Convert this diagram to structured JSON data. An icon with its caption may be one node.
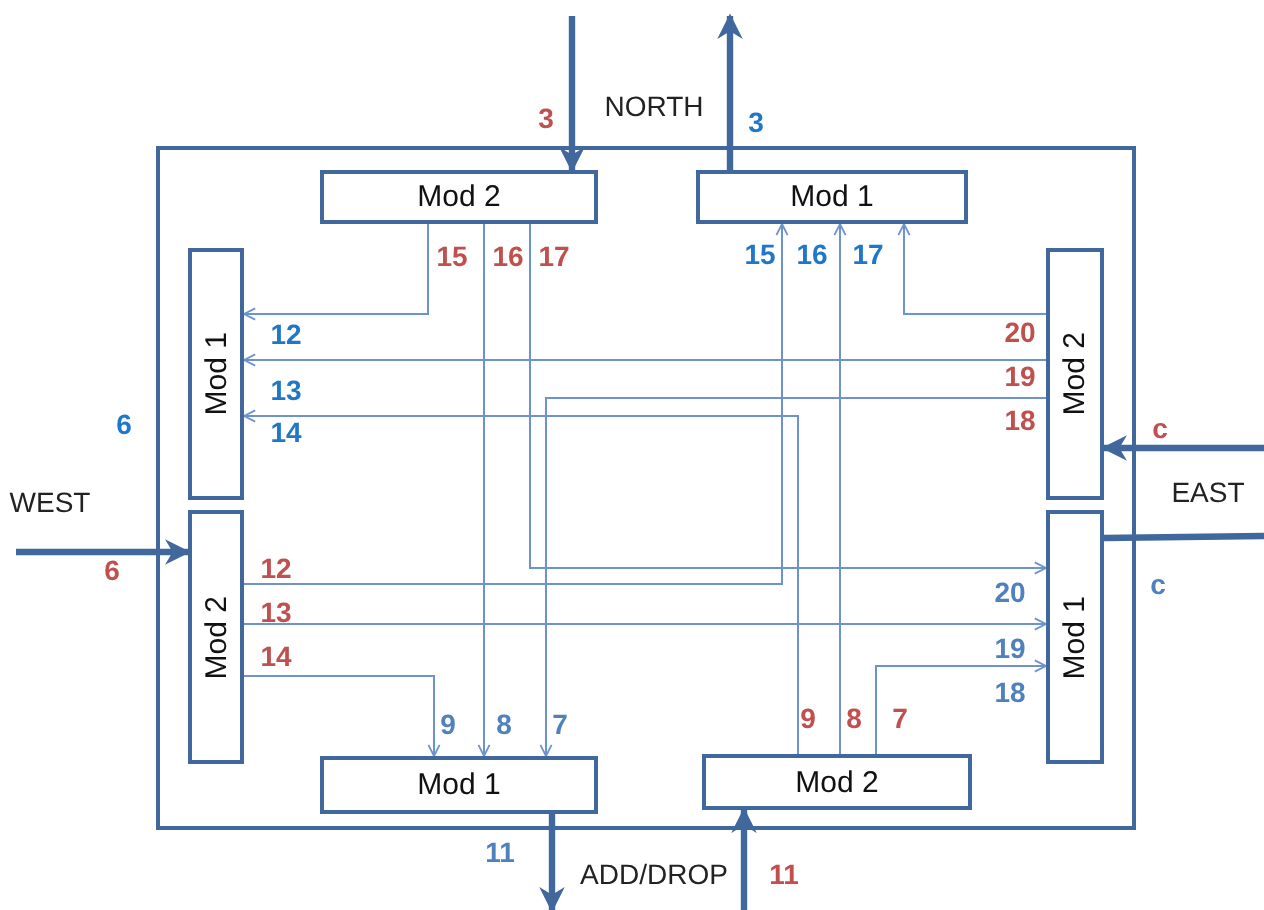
{
  "diagram": {
    "nodes": [
      {
        "text": [],
        "shape": "box"
      },
      {
        "text": [
          "Mod 2"
        ],
        "in": 0
      },
      {
        "text": [
          "Mod 1"
        ],
        "in": 0
      },
      {
        "text": [
          "Mod 1"
        ],
        "in": 0
      },
      {
        "text": [
          "Mod 2"
        ],
        "in": 0
      },
      {
        "text": [
          "Mod 2"
        ],
        "in": 0
      },
      {
        "text": [
          "Mod 1"
        ],
        "in": 0
      },
      {
        "text": [
          "Mod 1"
        ],
        "in": 0
      },
      {
        "text": [
          "Mod 2"
        ],
        "in": 0
      }
    ],
    "edges": [
      {
        "from": null,
        "to": 1,
        "arrow": "to",
        "style": "thick"
      },
      {
        "from": 2,
        "to": null,
        "arrow": "to",
        "style": "thick"
      },
      {
        "from": null,
        "to": 5,
        "arrow": "to",
        "style": "thick"
      },
      {
        "from": null,
        "to": 4,
        "arrow": "to",
        "style": "thick"
      },
      {
        "from": 6,
        "to": null,
        "arrow": "none",
        "style": "thick"
      },
      {
        "from": 7,
        "to": null,
        "arrow": "to",
        "style": "thick"
      },
      {
        "from": null,
        "to": 8,
        "arrow": "to",
        "style": "thick"
      },
      {
        "from": 1,
        "to": 3,
        "arrow": "to"
      },
      {
        "from": 1,
        "to": 7,
        "arrow": "to"
      },
      {
        "from": 1,
        "to": 6,
        "arrow": "to"
      },
      {
        "from": 4,
        "to": 2,
        "arrow": "to"
      },
      {
        "from": 4,
        "to": 3,
        "arrow": "to"
      },
      {
        "from": 4,
        "to": 7,
        "arrow": "to"
      },
      {
        "from": 8,
        "to": 3,
        "arrow": "to"
      },
      {
        "from": 5,
        "to": 2,
        "arrow": "to"
      },
      {
        "from": 8,
        "to": 2,
        "arrow": "to"
      },
      {
        "from": 5,
        "to": 6,
        "arrow": "to"
      },
      {
        "from": 5,
        "to": 7,
        "arrow": "to"
      },
      {
        "from": 8,
        "to": 6,
        "arrow": "to"
      }
    ],
    "labels": [
      "3",
      "NORTH",
      "3",
      "15",
      "16",
      "17",
      "15",
      "16",
      "17",
      "12",
      "20",
      "6",
      "13",
      "19",
      "14",
      "18",
      "c",
      "WEST",
      "EAST",
      "6",
      "12",
      "20",
      "c",
      "13",
      "14",
      "19",
      "18",
      "9",
      "8",
      "7",
      "9",
      "8",
      "7",
      "11",
      "ADD/DROP",
      "11"
    ]
  }
}
